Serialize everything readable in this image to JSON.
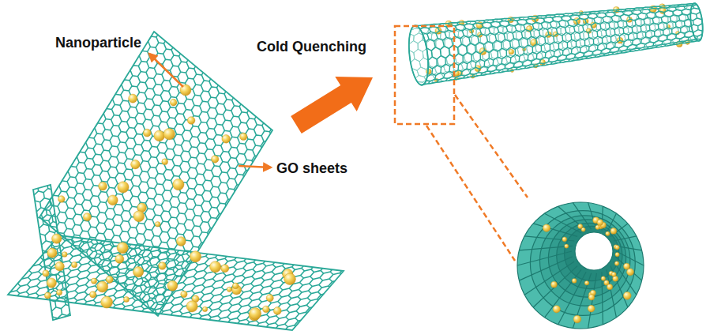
{
  "diagram": {
    "labels": [
      "Nanoparticle",
      "Cold Quenching",
      "GO sheets"
    ]
  }
}
